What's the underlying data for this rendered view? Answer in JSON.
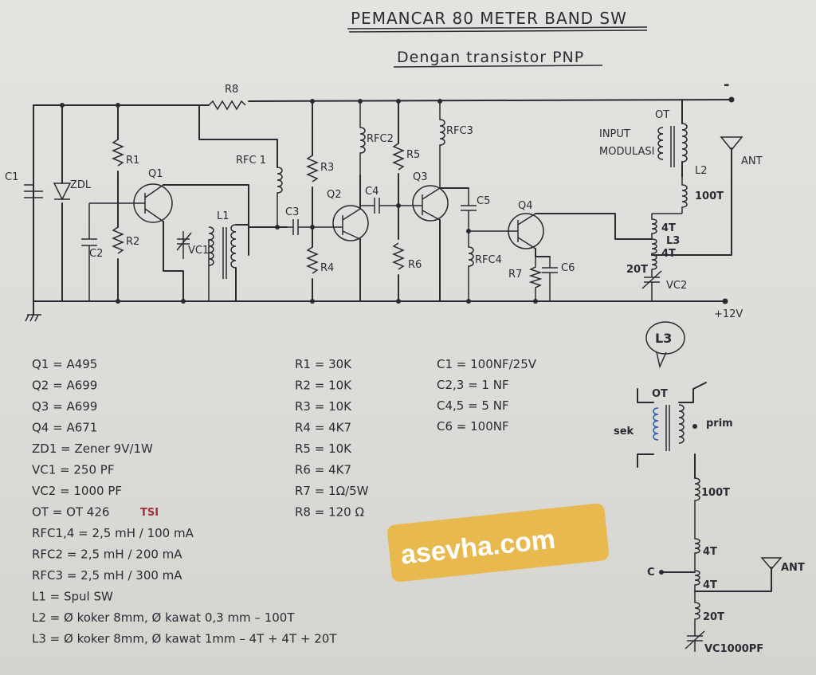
{
  "title": "PEMANCAR 80 METER BAND  SW",
  "subtitle": "Dengan transistor PNP",
  "watermark": "asevha.com",
  "colors": {
    "ink": "#2a2a33",
    "badge": "#e8b94f",
    "paper": "#e2e1dd"
  },
  "labels": {
    "c1": "C1",
    "zd": "ZDL",
    "r1": "R1",
    "r2": "R2",
    "c2": "C2",
    "q1": "Q1",
    "vc1": "VC1",
    "l1": "L1",
    "r8": "R8",
    "rfc1": "RFC 1",
    "c3": "C3",
    "r3": "R3",
    "r4": "R4",
    "q2": "Q2",
    "c4": "C4",
    "rfc2": "RFC2",
    "r5": "R5",
    "r6": "R6",
    "q3": "Q3",
    "rfc3": "RFC3",
    "c5": "C5",
    "rfc4": "RFC4",
    "q4": "Q4",
    "r7": "R7",
    "c6": "C6",
    "input": "INPUT",
    "modulasi": "MODULASI",
    "ot": "OT",
    "l2": "L2",
    "t100": "100T",
    "t4a": "4T",
    "l3": "L3",
    "t4b": "4T",
    "t20": "20T",
    "vc2": "VC2",
    "ant": "ANT",
    "minus": "-",
    "plus12": "+12V"
  },
  "detail": {
    "bubble": "L3",
    "ot": "OT",
    "sek": "sek",
    "prim": "prim",
    "t100": "100T",
    "t4a": "4T",
    "t4b": "4T",
    "t20": "20T",
    "c": "C",
    "ant": "ANT",
    "vc": "VC1000PF"
  },
  "parts_left": [
    "Q1 = A495",
    "Q2 = A699",
    "Q3 = A699",
    "Q4 = A671",
    "ZD1 = Zener 9V/1W",
    "VC1 = 250 PF",
    "VC2 = 1000 PF",
    "OT = OT 426",
    "RFC1,4  =  2,5 mH / 100 mA",
    "RFC2  =  2,5 mH / 200 mA",
    "RFC3  =  2,5 mH / 300 mA",
    "L1  = Spul SW",
    "L2  = Ø koker 8mm, Ø kawat 0,3 mm – 100T",
    "L3  = Ø koker 8mm, Ø kawat 1mm – 4T + 4T + 20T"
  ],
  "parts_left_note": "TSI",
  "parts_mid": [
    "R1  = 30K",
    "R2  = 10K",
    "R3  = 10K",
    "R4  = 4K7",
    "R5  = 10K",
    "R6  = 4K7",
    "R7  = 1Ω/5W",
    "R8  = 120 Ω"
  ],
  "parts_right": [
    "C1   = 100NF/25V",
    "C2,3  = 1 NF",
    "C4,5  = 5 NF",
    "C6   = 100NF"
  ]
}
